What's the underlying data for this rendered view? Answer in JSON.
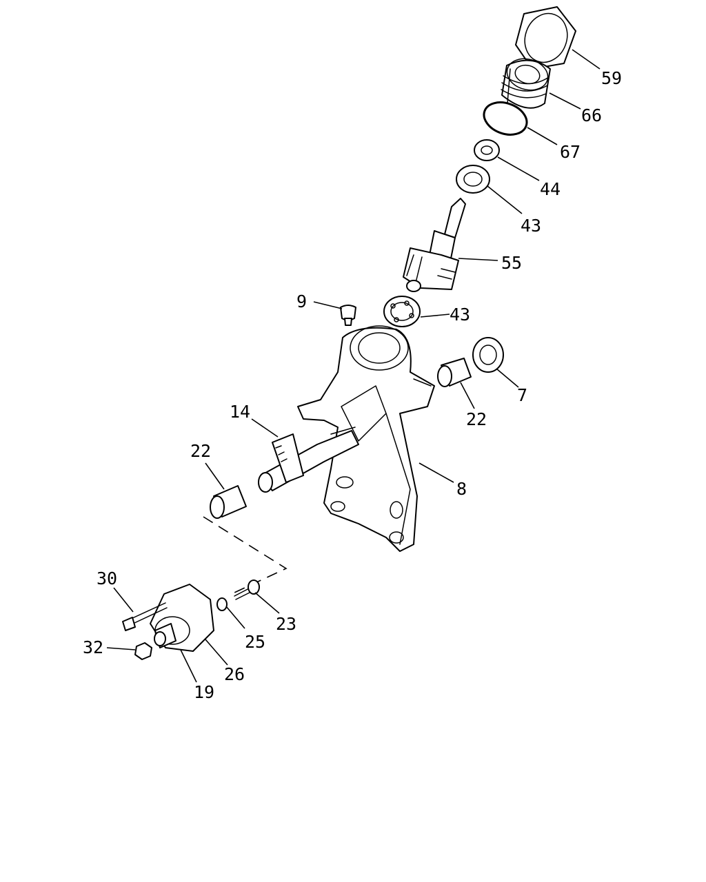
{
  "callouts": [
    {
      "id": "c59",
      "label": "59"
    },
    {
      "id": "c66",
      "label": "66"
    },
    {
      "id": "c67",
      "label": "67"
    },
    {
      "id": "c44",
      "label": "44"
    },
    {
      "id": "c43a",
      "label": "43"
    },
    {
      "id": "c55",
      "label": "55"
    },
    {
      "id": "c9",
      "label": "9"
    },
    {
      "id": "c43b",
      "label": "43"
    },
    {
      "id": "c7",
      "label": "7"
    },
    {
      "id": "c22a",
      "label": "22"
    },
    {
      "id": "c14",
      "label": "14"
    },
    {
      "id": "c22b",
      "label": "22"
    },
    {
      "id": "c8",
      "label": "8"
    },
    {
      "id": "c30",
      "label": "30"
    },
    {
      "id": "c23",
      "label": "23"
    },
    {
      "id": "c25",
      "label": "25"
    },
    {
      "id": "c32",
      "label": "32"
    },
    {
      "id": "c26",
      "label": "26"
    },
    {
      "id": "c19",
      "label": "19"
    }
  ]
}
